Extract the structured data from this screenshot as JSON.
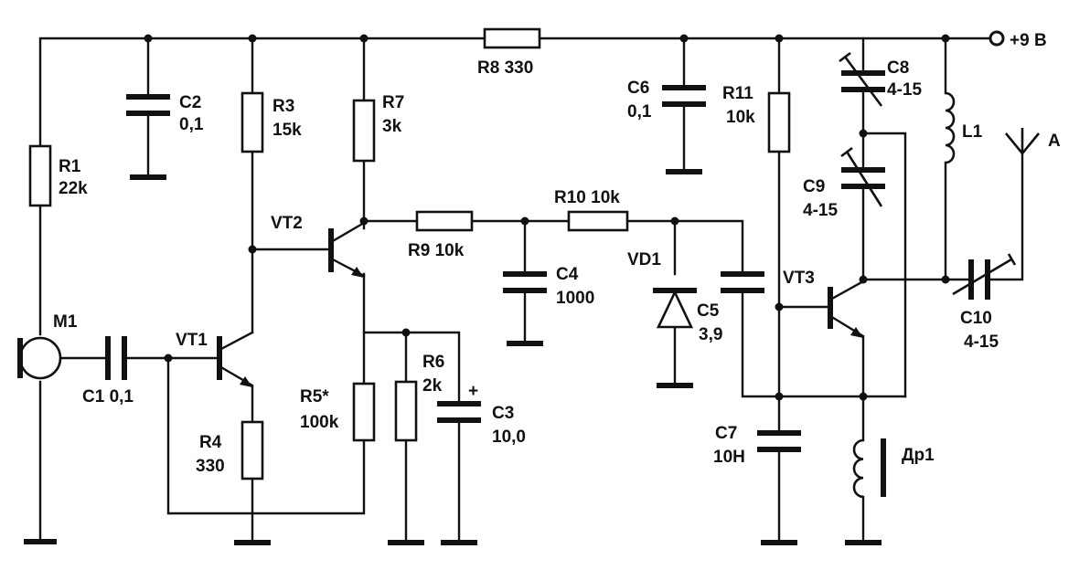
{
  "components": {
    "R1": {
      "ref": "R1",
      "value": "22k"
    },
    "C2": {
      "ref": "C2",
      "value": "0,1"
    },
    "R3": {
      "ref": "R3",
      "value": "15k"
    },
    "R7": {
      "ref": "R7",
      "value": "3k"
    },
    "R8": {
      "text": "R8 330"
    },
    "C6": {
      "ref": "C6",
      "value": "0,1"
    },
    "R11": {
      "ref": "R11",
      "value": "10k"
    },
    "C8": {
      "ref": "C8",
      "value": "4-15"
    },
    "L1": {
      "ref": "L1"
    },
    "supply": {
      "text": "+9 В"
    },
    "antenna": {
      "ref": "A"
    },
    "C9": {
      "ref": "C9",
      "value": "4-15"
    },
    "VT2": {
      "ref": "VT2"
    },
    "R9": {
      "text": "R9 10k"
    },
    "R10": {
      "text": "R10 10k"
    },
    "VD1": {
      "ref": "VD1"
    },
    "C4": {
      "ref": "C4",
      "value": "1000"
    },
    "C5": {
      "ref": "C5",
      "value": "3,9"
    },
    "VT3": {
      "ref": "VT3"
    },
    "C10": {
      "ref": "C10",
      "value": "4-15"
    },
    "M1": {
      "ref": "M1"
    },
    "VT1": {
      "ref": "VT1"
    },
    "C1": {
      "text": "C1 0,1"
    },
    "R6": {
      "ref": "R6",
      "value": "2k"
    },
    "C3": {
      "ref": "C3",
      "value": "10,0",
      "polarity": "+"
    },
    "R5": {
      "ref": "R5*",
      "value": "100k"
    },
    "R4": {
      "ref": "R4",
      "value": "330"
    },
    "C7": {
      "ref": "C7",
      "value": "10Н"
    },
    "Dr1": {
      "ref": "Др1"
    }
  }
}
